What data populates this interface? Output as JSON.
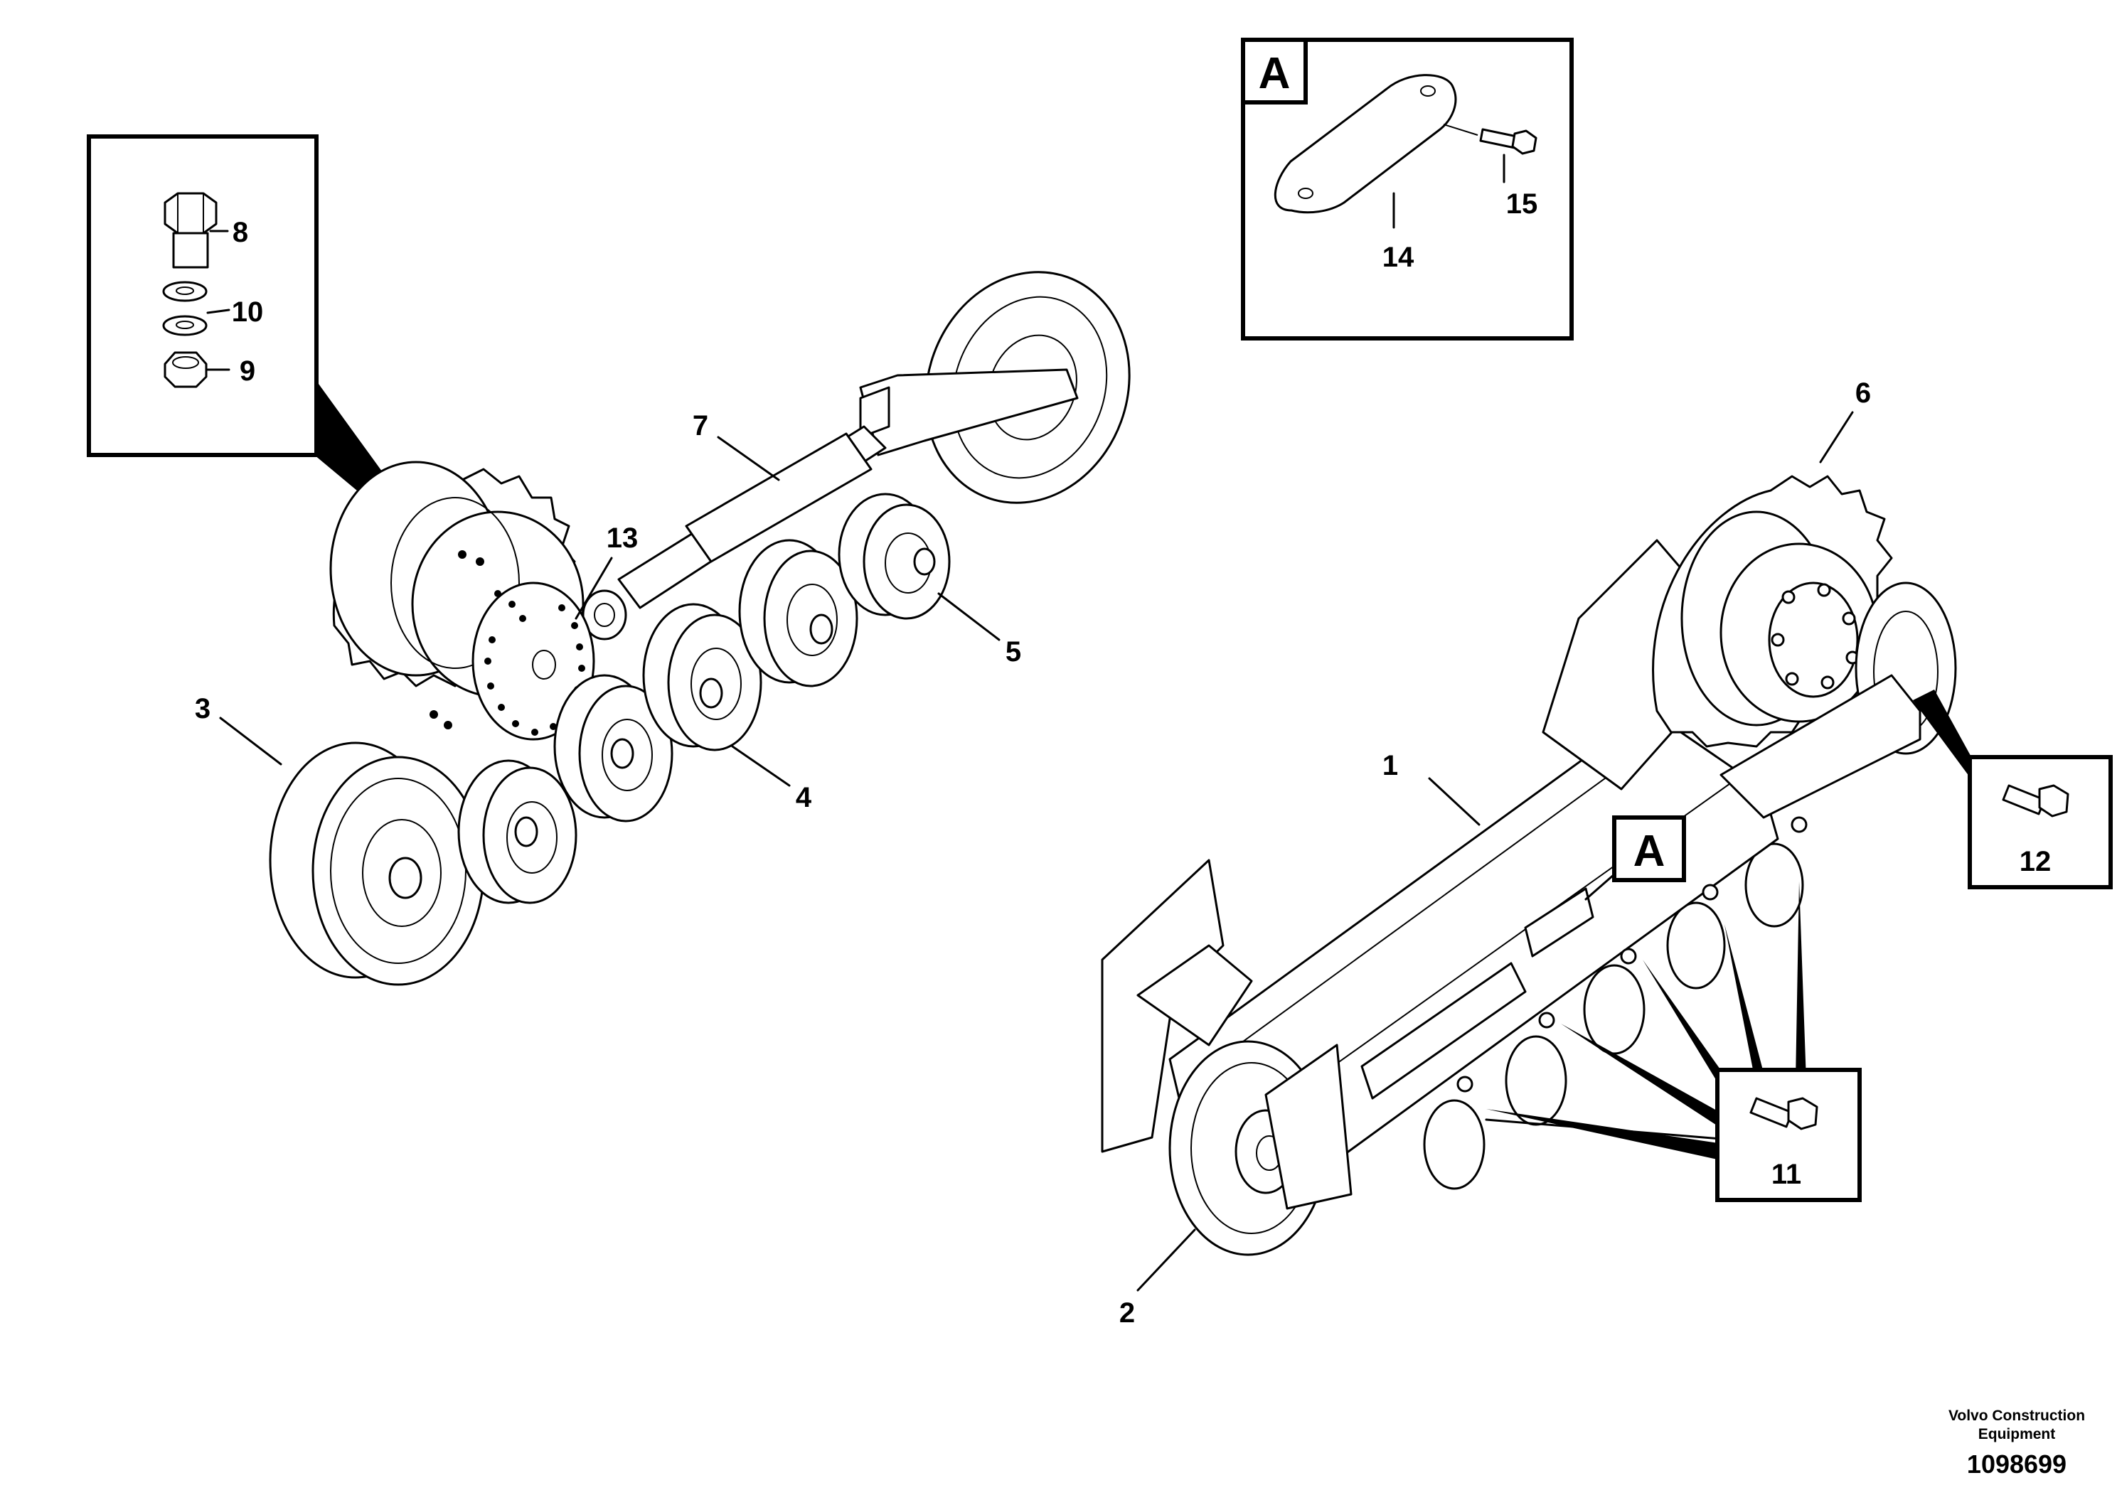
{
  "diagram": {
    "callouts": {
      "c1": "1",
      "c2": "2",
      "c3": "3",
      "c4": "4",
      "c5": "5",
      "c6": "6",
      "c7": "7",
      "c8": "8",
      "c9": "9",
      "c10": "10",
      "c11": "11",
      "c12": "12",
      "c13": "13",
      "c14": "14",
      "c15": "15"
    },
    "view_marker": "A",
    "view_reference": "A",
    "footer": {
      "company_line1": "Volvo Construction",
      "company_line2": "Equipment",
      "document_number": "1098699"
    }
  }
}
